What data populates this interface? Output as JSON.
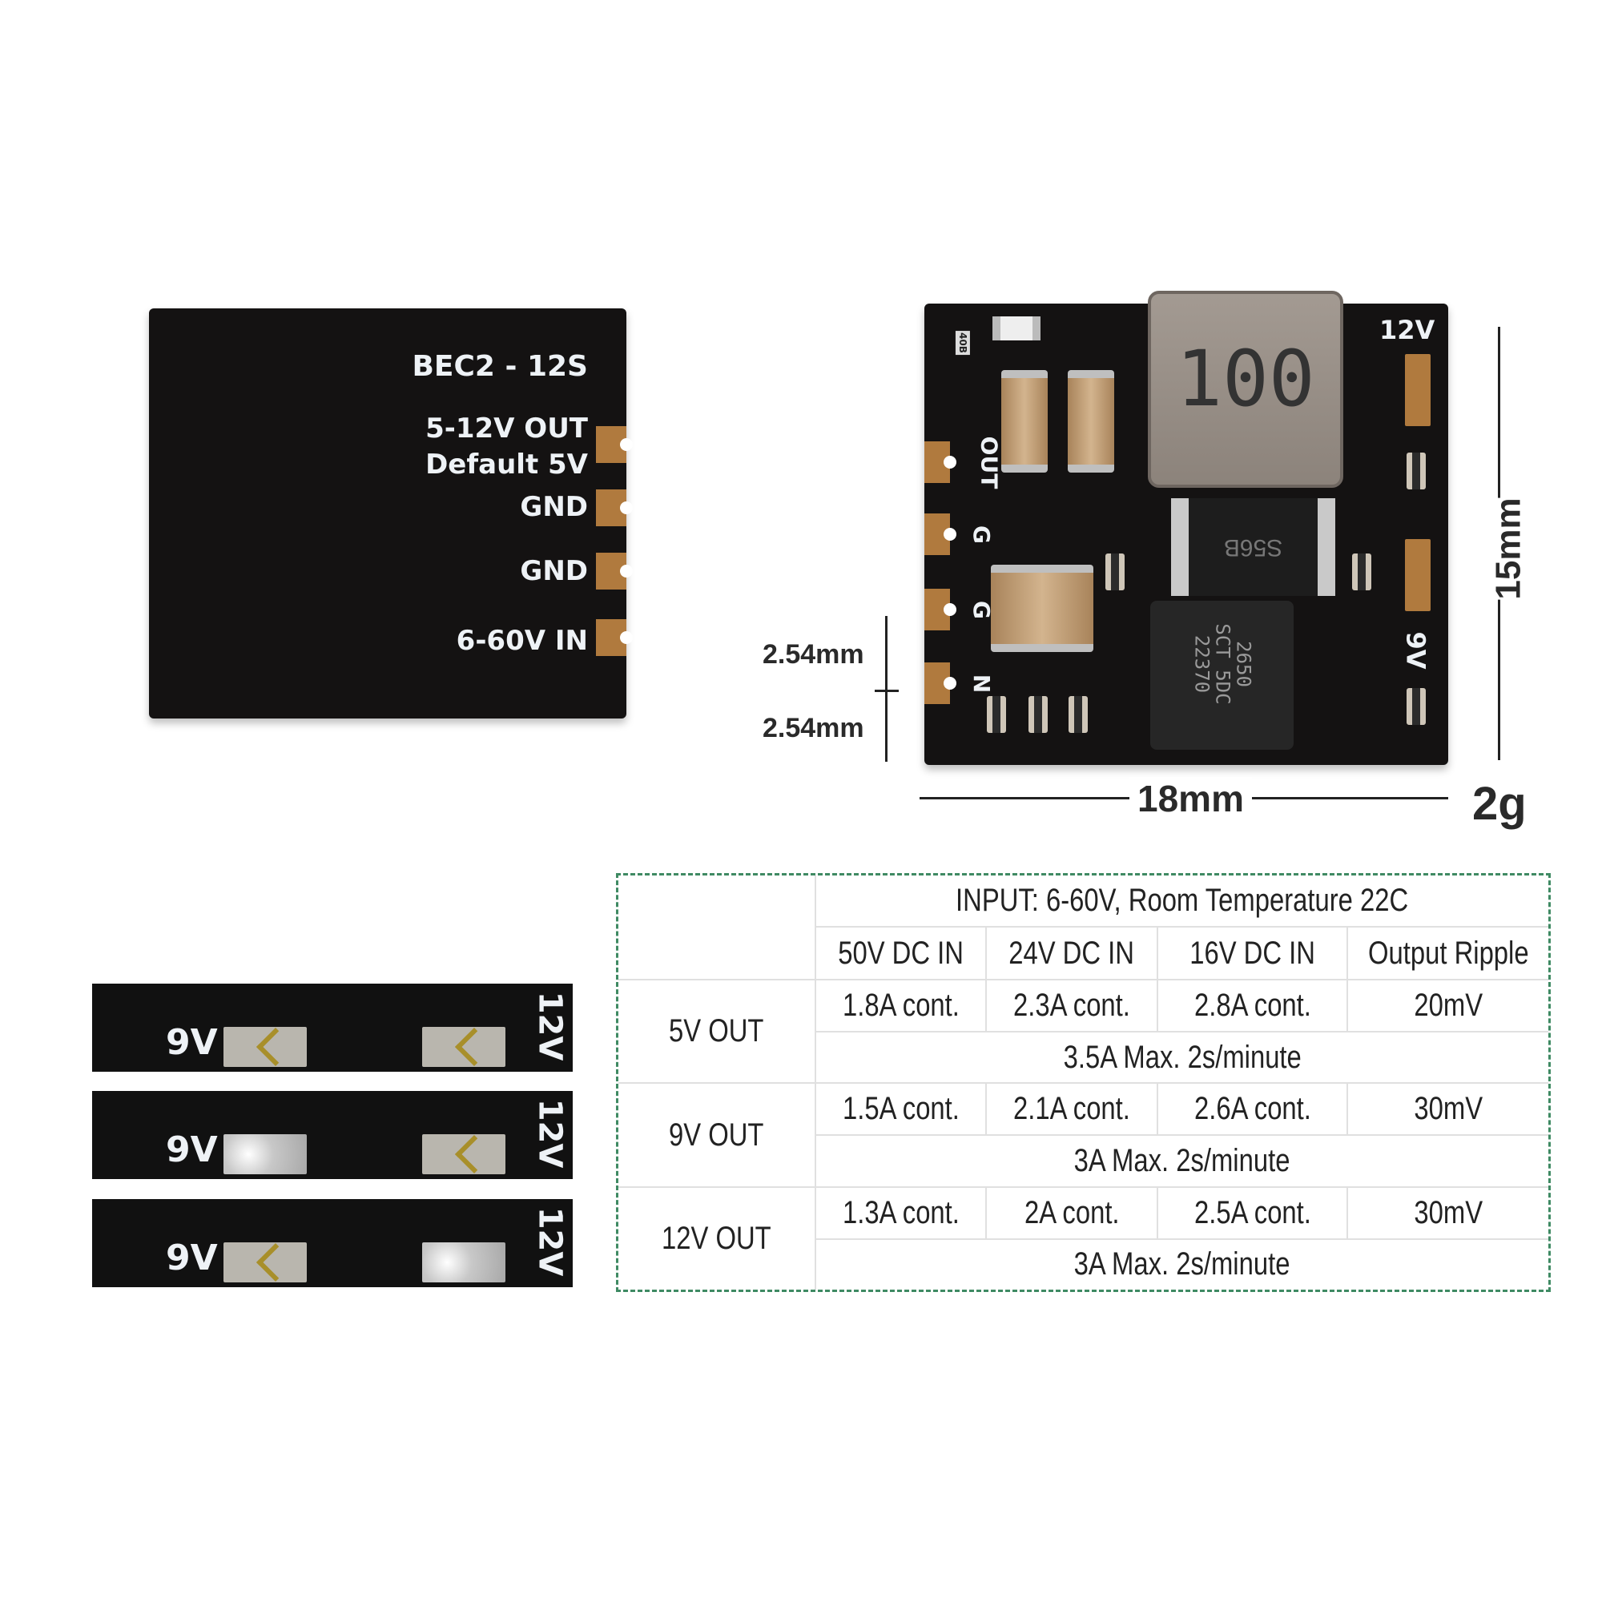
{
  "top_view": {
    "model": "BEC2 - 12S",
    "labels": [
      "5-12V OUT",
      "Default 5V",
      "GND",
      "GND",
      "6-60V IN"
    ]
  },
  "bottom_view": {
    "inductor": "100",
    "diode": "S56B",
    "ic": [
      "2650",
      "SCT 5DC",
      "22370"
    ],
    "resistor": "40B",
    "pad_labels": [
      "OUT",
      "G",
      "G",
      "N"
    ],
    "jumper_12v": "12V",
    "jumper_9v": "9V"
  },
  "dimensions": {
    "width": "18mm",
    "height": "15mm",
    "pitch1": "2.54mm",
    "pitch2": "2.54mm",
    "weight": "2g"
  },
  "jumper_strips": [
    {
      "left_label": "9V",
      "right_label": "12V",
      "bridged": "none"
    },
    {
      "left_label": "9V",
      "right_label": "12V",
      "bridged": "9V"
    },
    {
      "left_label": "9V",
      "right_label": "12V",
      "bridged": "12V"
    }
  ],
  "table": {
    "title": "INPUT: 6-60V,  Room Temperature 22C",
    "headers": [
      "50V DC IN",
      "24V DC IN",
      "16V DC IN",
      "Output Ripple"
    ],
    "rows": [
      {
        "label": "5V OUT",
        "cells": [
          "1.8A cont.",
          "2.3A cont.",
          "2.8A cont.",
          "20mV"
        ],
        "max": "3.5A Max.  2s/minute"
      },
      {
        "label": "9V OUT",
        "cells": [
          "1.5A cont.",
          "2.1A cont.",
          "2.6A cont.",
          "30mV"
        ],
        "max": "3A Max.  2s/minute"
      },
      {
        "label": "12V OUT",
        "cells": [
          "1.3A cont.",
          "2A cont.",
          "2.5A cont.",
          "30mV"
        ],
        "max": "3A Max.  2s/minute"
      }
    ]
  },
  "colors": {
    "pcb": "#141212",
    "pad": "#b07a3e",
    "table_border": "#3f8a63"
  }
}
